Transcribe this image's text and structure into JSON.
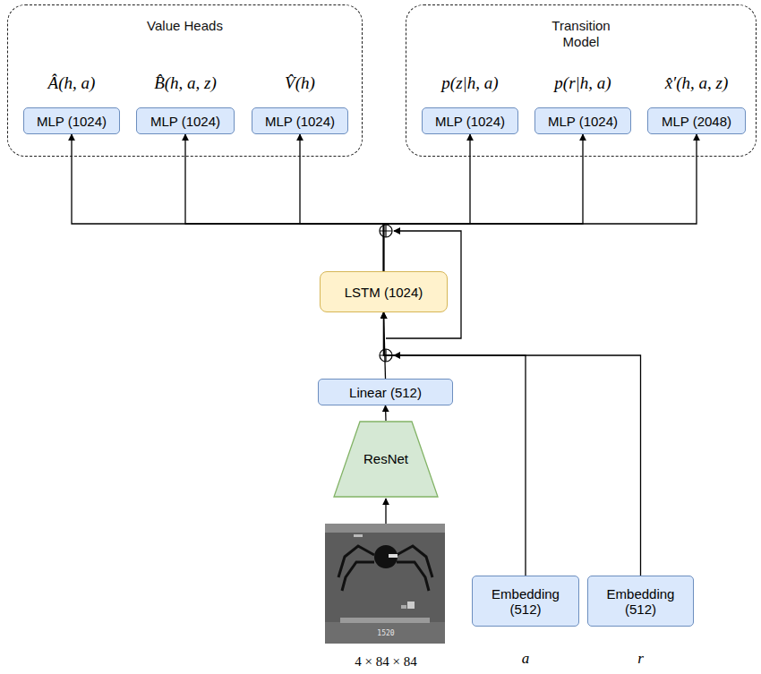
{
  "diagram": {
    "nodes": [
      {
        "text": [
          "Value Heads"
        ]
      },
      {
        "text": [
          "Â(h, a)",
          "MLP (1024)"
        ],
        "in": 0
      },
      {
        "text": [
          "B̂(h, a, z)",
          "MLP (1024)"
        ],
        "in": 0
      },
      {
        "text": [
          "V̂(h)",
          "MLP (1024)"
        ],
        "in": 0
      },
      {
        "text": [
          "Transition Model"
        ]
      },
      {
        "text": [
          "p(z|h, a)",
          "MLP (1024)"
        ],
        "in": 4
      },
      {
        "text": [
          "p(r|h, a)",
          "MLP (1024)"
        ],
        "in": 4
      },
      {
        "text": [
          "x̂′(h, a, z)",
          "MLP (2048)"
        ],
        "in": 4
      },
      {
        "text": [
          "LSTM (1024)"
        ]
      },
      {
        "text": [
          "Linear (512)"
        ]
      },
      {
        "text": [
          "ResNet"
        ]
      },
      {
        "text": [
          "Embedding (512)",
          "a"
        ]
      },
      {
        "text": [
          "Embedding (512)",
          "r"
        ]
      }
    ],
    "edges": [
      {
        "from": 10,
        "to": 9,
        "arrow": "to"
      },
      {
        "from": 9,
        "to": 8,
        "arrow": "to"
      },
      {
        "from": 11,
        "to": 8,
        "arrow": "to"
      },
      {
        "from": 12,
        "to": 8,
        "arrow": "to"
      },
      {
        "from": 8,
        "to": 1,
        "arrow": "to"
      },
      {
        "from": 8,
        "to": 2,
        "arrow": "to"
      },
      {
        "from": 8,
        "to": 3,
        "arrow": "to"
      },
      {
        "from": 8,
        "to": 5,
        "arrow": "to"
      },
      {
        "from": 8,
        "to": 6,
        "arrow": "to"
      },
      {
        "from": 8,
        "to": 7,
        "arrow": "to"
      }
    ],
    "labels": [
      "4 × 84 × 84",
      "1520"
    ]
  }
}
